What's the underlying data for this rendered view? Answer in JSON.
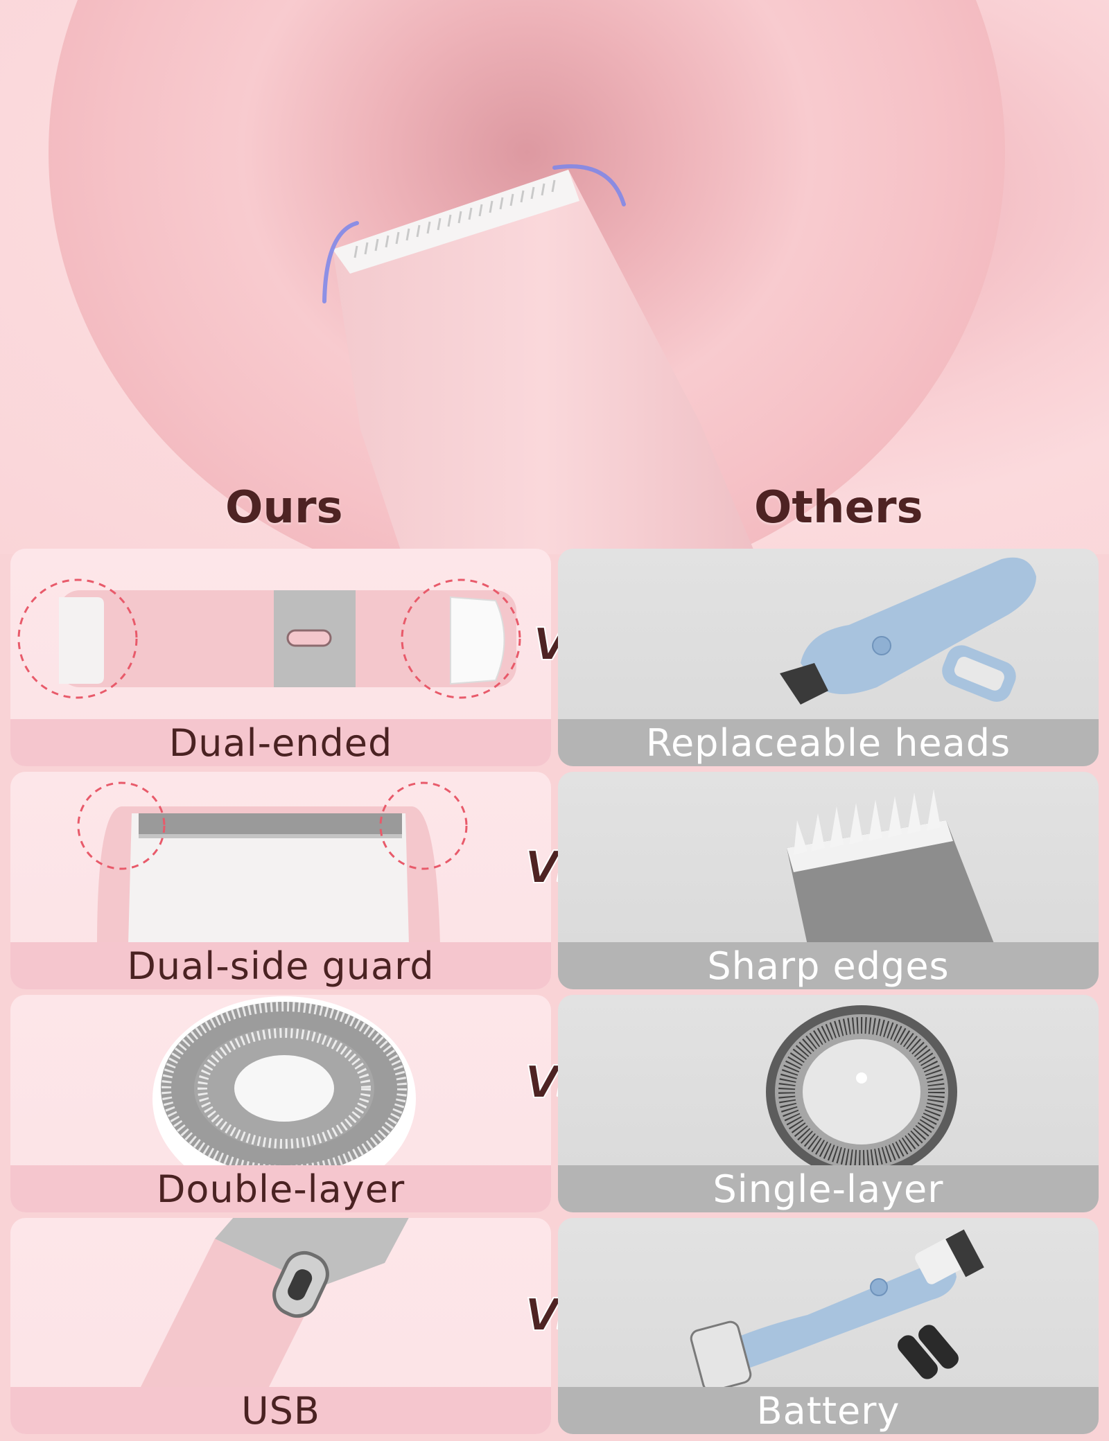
{
  "headings": {
    "ours": "Ours",
    "others": "Others"
  },
  "vs_label": "VS",
  "rows": [
    {
      "ours": "Dual-ended",
      "others": "Replaceable heads"
    },
    {
      "ours": "Dual-side guard",
      "others": "Sharp edges"
    },
    {
      "ours": "Double-layer",
      "others": "Single-layer"
    },
    {
      "ours": "USB",
      "others": "Battery"
    }
  ],
  "colors": {
    "heading": "#4e2323",
    "ours_caption_bg": "#f5c6ce",
    "others_caption_bg": "#b4b4b4",
    "highlight_circle": "#e85a6a",
    "product_pink": "#f4c7cc",
    "competitor_blue": "#a8c3de"
  }
}
